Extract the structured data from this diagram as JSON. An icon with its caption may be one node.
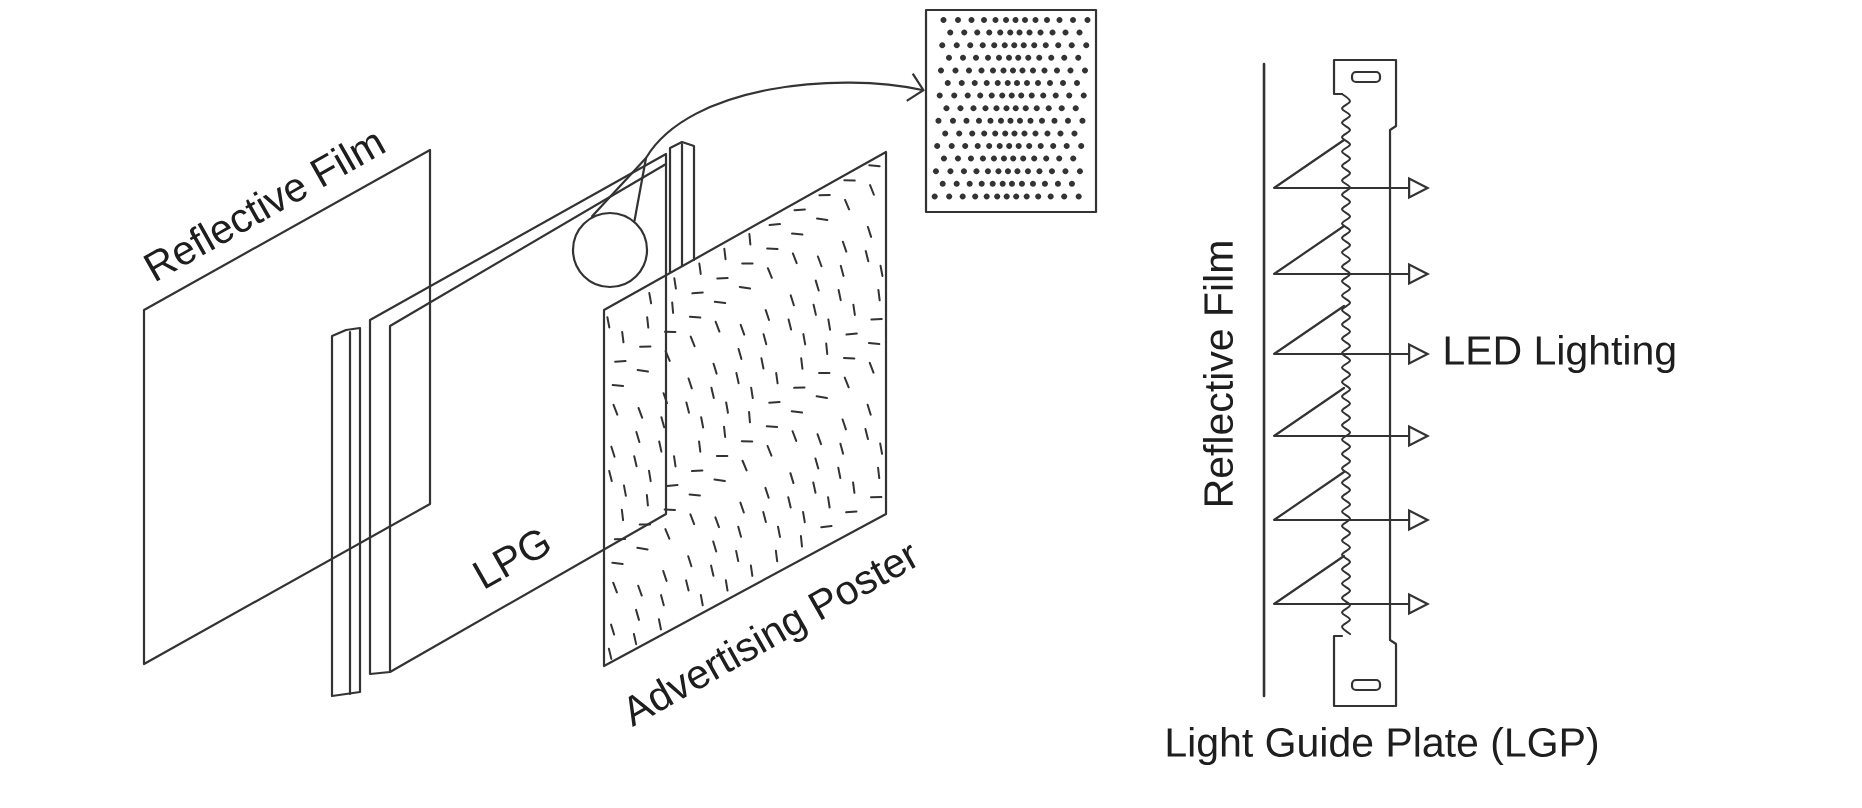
{
  "diagram": {
    "nodes": [
      {
        "text": [],
        "shape": "circle"
      },
      {
        "text": [],
        "shape": "box"
      }
    ],
    "edges": [
      {
        "from": 0,
        "to": 1,
        "arrow": "to"
      }
    ],
    "labels": [
      "Reflective Film",
      "LPG",
      "Advertising Poster",
      "Reflective Film",
      "LED Lighting",
      "Light Guide Plate (LGP)"
    ]
  }
}
